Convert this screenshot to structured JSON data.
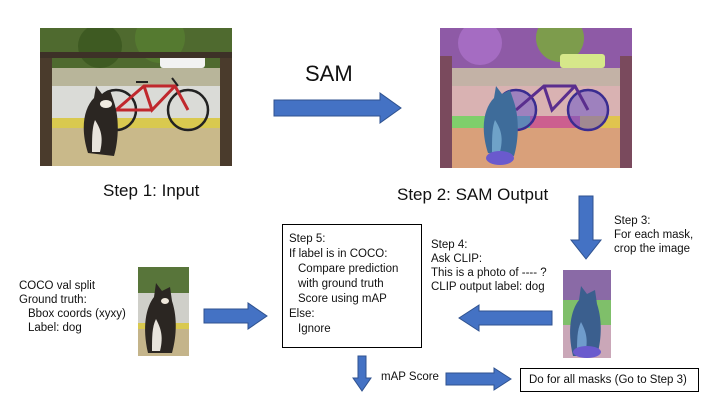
{
  "diagram": {
    "sam_label": "SAM",
    "step1_caption": "Step 1: Input",
    "step2_caption": "Step 2: SAM Output",
    "step3": [
      "Step 3:",
      "For each mask,",
      "crop the image"
    ],
    "step4": [
      "Step 4:",
      "Ask CLIP:",
      "This is a photo of ---- ?",
      "CLIP output label: dog"
    ],
    "step5": [
      "Step 5:",
      "If label is in COCO:",
      "Compare prediction",
      "with ground truth",
      "Score using mAP",
      "Else:",
      "Ignore"
    ],
    "coco": [
      "COCO val split",
      "Ground truth:",
      "Bbox coords (xyxy)",
      "Label: dog"
    ],
    "map_score": "mAP Score",
    "final_box": "Do for all masks (Go to Step 3)"
  },
  "colors": {
    "arrow_fill": "#4472C4",
    "arrow_stroke": "#2F528F",
    "porch_yellow": "#E8D66A",
    "bike_red": "#C0282D"
  }
}
